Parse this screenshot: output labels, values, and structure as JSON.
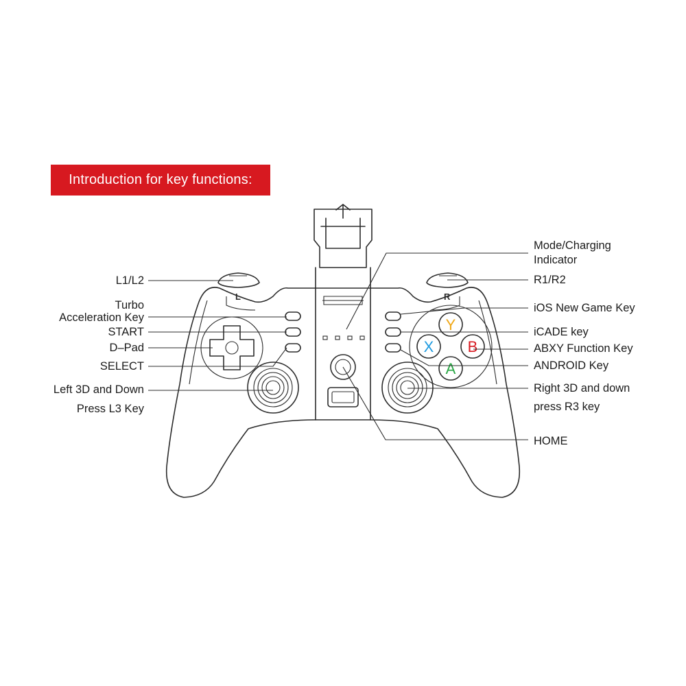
{
  "banner": {
    "text": "Introduction for key functions:",
    "color": "#d71920"
  },
  "controller": {
    "shoulder_left_mark": "L",
    "shoulder_right_mark": "R",
    "face_buttons": [
      {
        "letter": "Y",
        "color": "#f0a818"
      },
      {
        "letter": "X",
        "color": "#1e9be0"
      },
      {
        "letter": "B",
        "color": "#d71920"
      },
      {
        "letter": "A",
        "color": "#2aa845"
      }
    ]
  },
  "labels": {
    "left": {
      "l1_l2": "L1/L2",
      "turbo_line1": "Turbo",
      "turbo_line2": "Acceleration Key",
      "start": "START",
      "dpad": "D–Pad",
      "select": "SELECT",
      "left_3d_line1": "Left 3D and Down",
      "left_3d_line2": "Press L3 Key"
    },
    "right": {
      "mode_line1": "Mode/Charging",
      "mode_line2": "Indicator",
      "r1_r2": "R1/R2",
      "ios_key": "iOS New Game Key",
      "icade_key": "iCADE key",
      "abxy_key": "ABXY Function Key",
      "android_key": "ANDROID Key",
      "right_3d_line1": "Right 3D and down",
      "right_3d_line2": "press R3 key",
      "home": "HOME"
    }
  }
}
